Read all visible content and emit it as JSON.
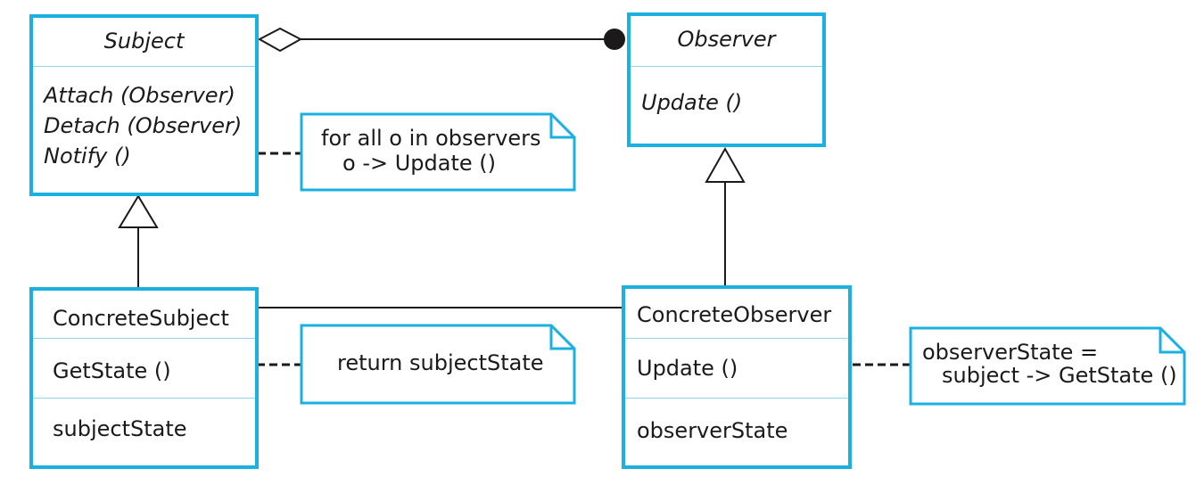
{
  "subject": {
    "name": "Subject",
    "operations": [
      "Attach (Observer)",
      "Detach (Observer)",
      "Notify ()"
    ]
  },
  "observer": {
    "name": "Observer",
    "operations": [
      "Update ()"
    ]
  },
  "concrete_subject": {
    "name": "ConcreteSubject",
    "operation": "GetState ()",
    "attribute": "subjectState"
  },
  "concrete_observer": {
    "name": "ConcreteObserver",
    "operation": "Update ()",
    "attribute": "observerState"
  },
  "notes": {
    "notify": [
      "for all o in observers",
      "o -> Update ()"
    ],
    "getstate": [
      "return subjectState"
    ],
    "update": [
      "observerState =",
      "subject -> GetState ()"
    ]
  },
  "colors": {
    "box_border": "#1ab0e0",
    "section_divider": "#8fd6ee",
    "line": "#1a1a1a"
  }
}
